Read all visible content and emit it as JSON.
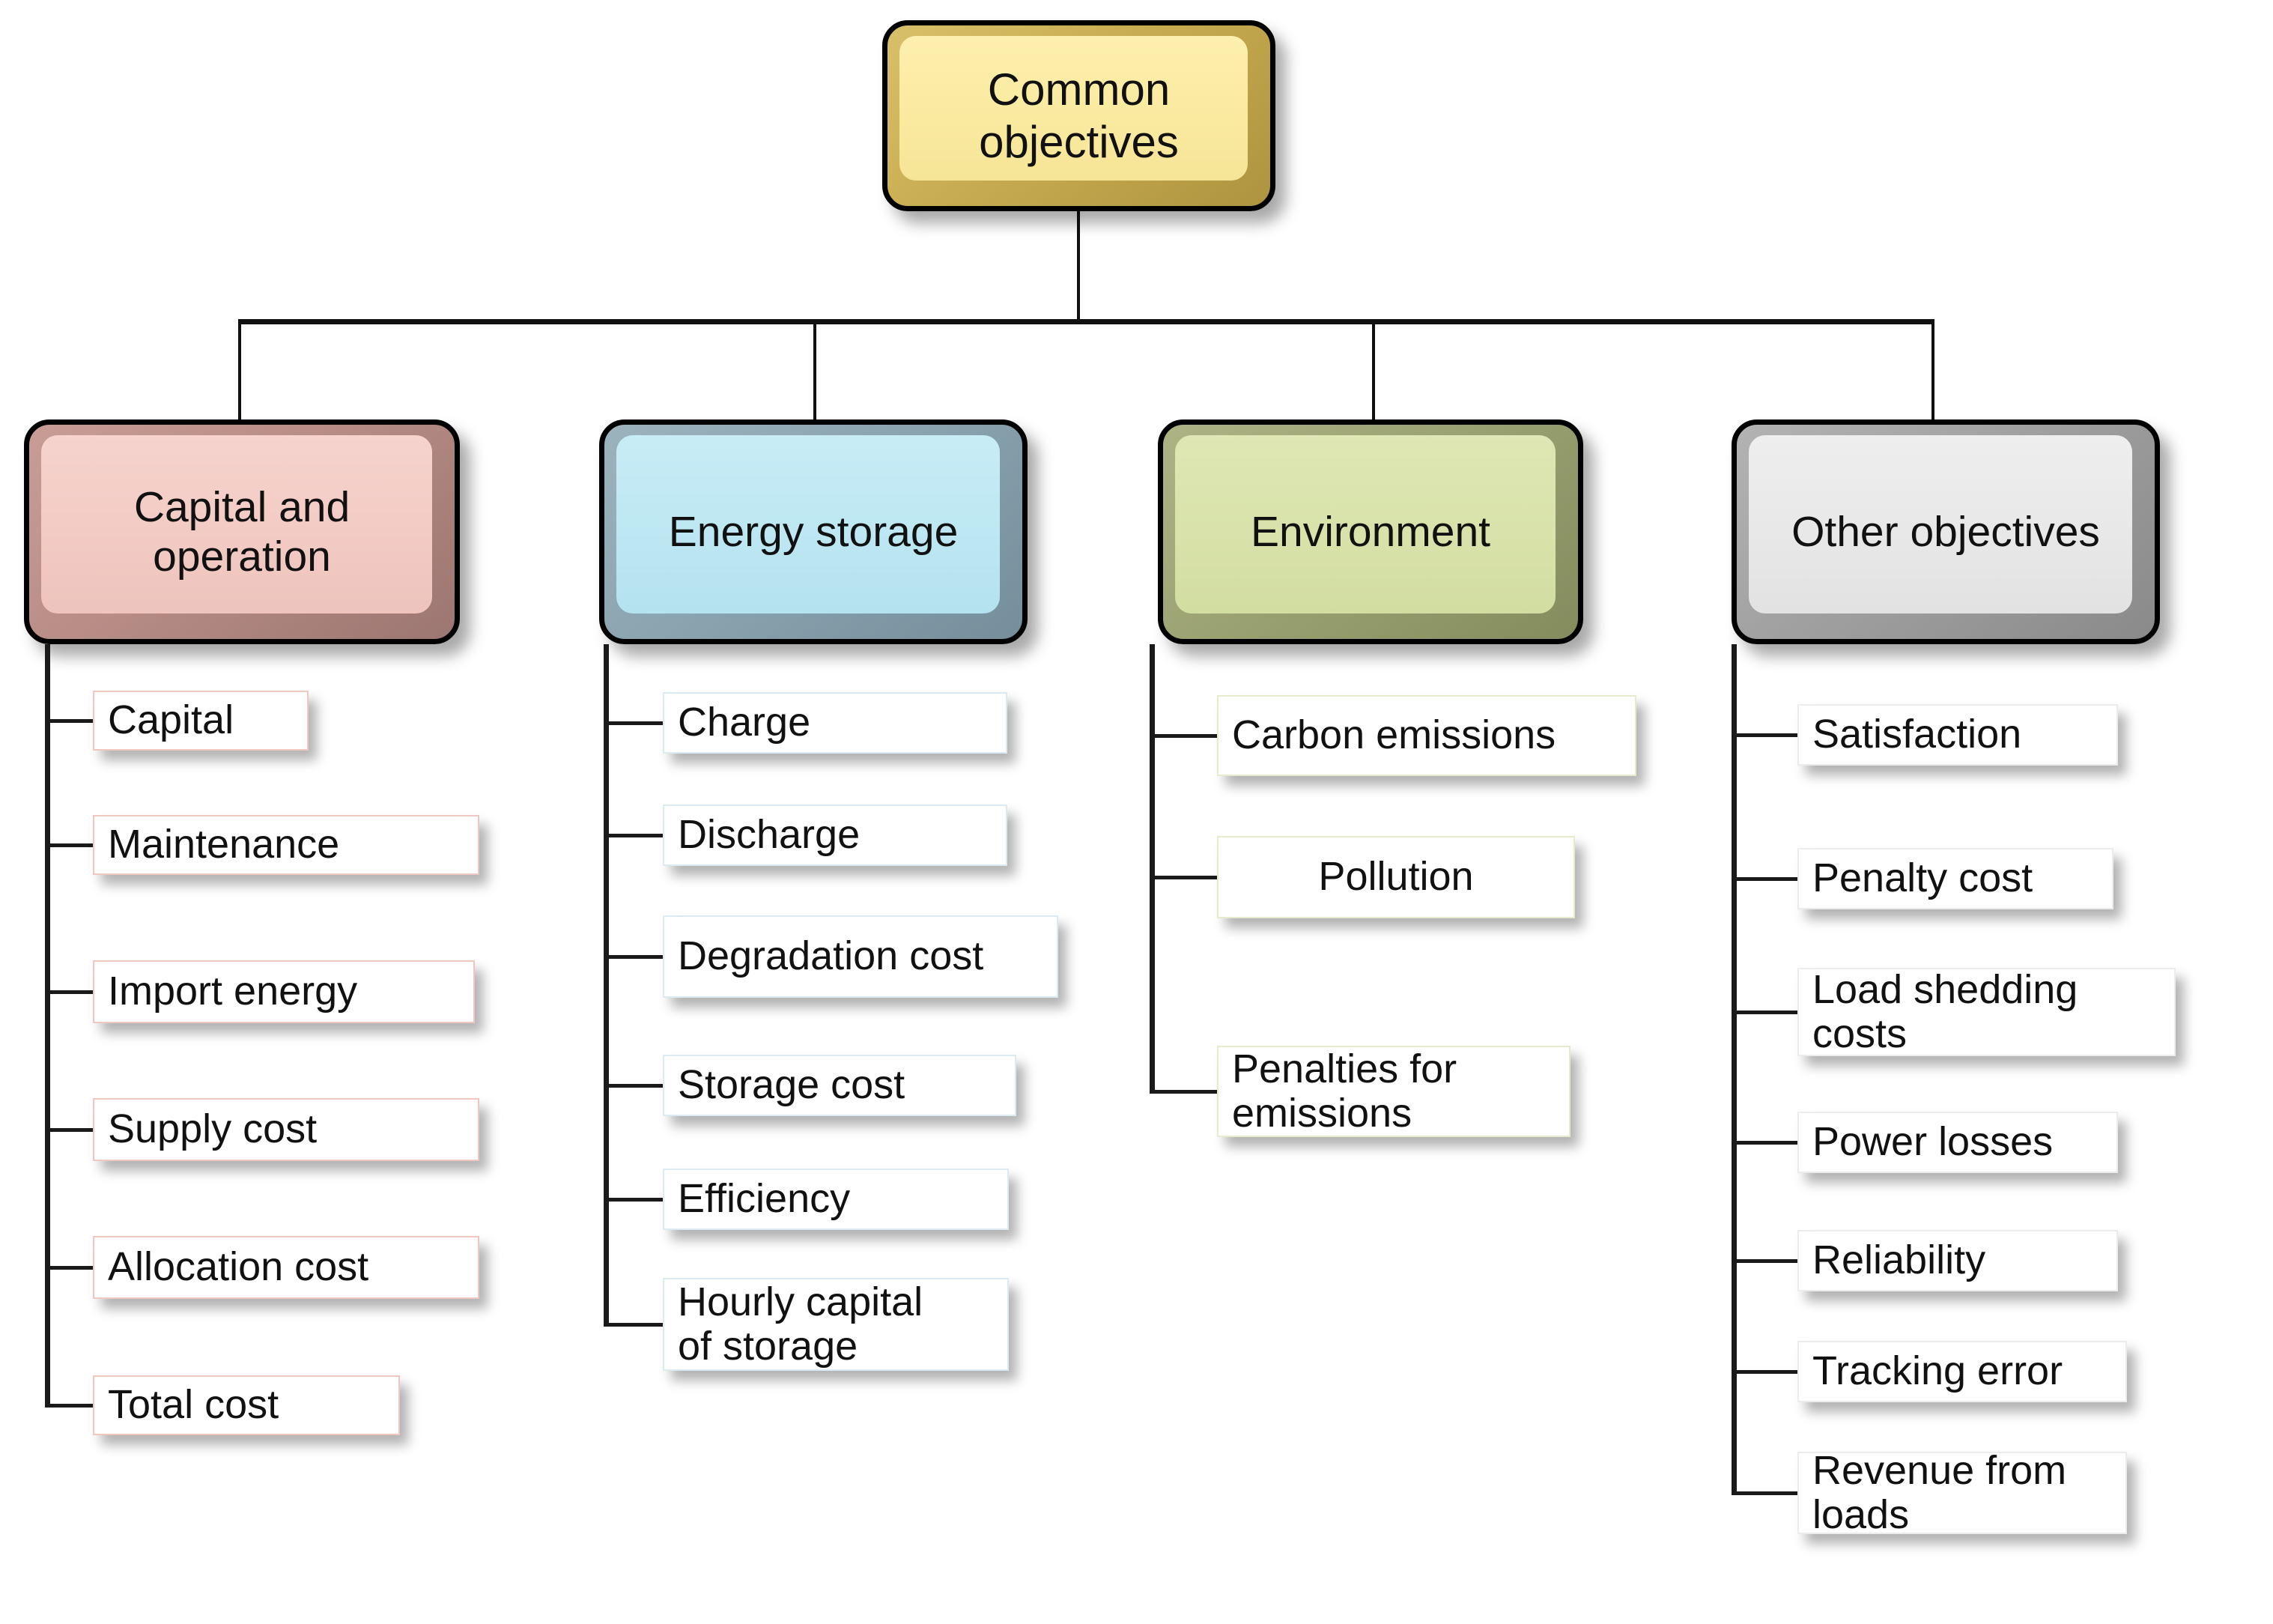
{
  "diagram": {
    "type": "tree",
    "title": "Common objectives",
    "root": {
      "label": "Common objectives",
      "color": "#fbe9a2"
    },
    "categories": [
      {
        "label": "Capital and operation",
        "color": "#f2cbc4",
        "leaf_border": "#f0c6c0",
        "items": [
          {
            "label": "Capital"
          },
          {
            "label": "Maintenance"
          },
          {
            "label": "Import energy"
          },
          {
            "label": "Supply cost"
          },
          {
            "label": "Allocation cost"
          },
          {
            "label": "Total cost"
          }
        ]
      },
      {
        "label": "Energy storage",
        "color": "#bde7f2",
        "leaf_border": "#dceaf2",
        "items": [
          {
            "label": "Charge"
          },
          {
            "label": "Discharge"
          },
          {
            "label": "Degradation cost"
          },
          {
            "label": "Storage cost"
          },
          {
            "label": "Efficiency"
          },
          {
            "label": "Hourly capital\nof storage"
          }
        ]
      },
      {
        "label": "Environment",
        "color": "#d8e2aa",
        "leaf_border": "#e4eccd",
        "items": [
          {
            "label": "Carbon emissions"
          },
          {
            "label": "Pollution",
            "align": "center"
          },
          {
            "label": "Penalties for\nemissions"
          }
        ]
      },
      {
        "label": "Other objectives",
        "color": "#e8e8e8",
        "leaf_border": "#ececec",
        "items": [
          {
            "label": "Satisfaction"
          },
          {
            "label": "Penalty cost"
          },
          {
            "label": "Load shedding costs"
          },
          {
            "label": "Power losses"
          },
          {
            "label": "Reliability"
          },
          {
            "label": "Tracking error"
          },
          {
            "label": "Revenue from\nloads"
          }
        ]
      }
    ],
    "line_color": "#101010"
  }
}
